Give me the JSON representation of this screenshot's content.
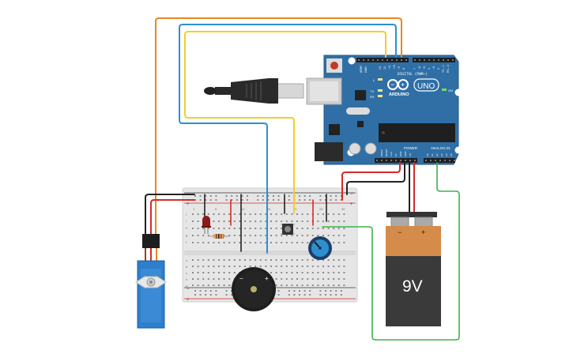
{
  "arduino": {
    "logo_text": "ARDUINO",
    "model": "UNO",
    "digital_label": "DIGITAL (PWM~)",
    "power_label": "POWER",
    "analog_label": "ANALOG IN",
    "led_labels": [
      "L",
      "TX",
      "RX"
    ],
    "aref": "AREF",
    "gnd": "GND",
    "on_label": "ON",
    "digital_pins": [
      "13",
      "12",
      "~11",
      "~10",
      "~9",
      "8",
      "7",
      "~6",
      "~5",
      "4",
      "~3",
      "2",
      "TX→1",
      "RX←0"
    ],
    "power_pins": [
      "IOREF",
      "RESET",
      "3.3V",
      "5V",
      "GND",
      "GND",
      "Vin"
    ],
    "analog_pins": [
      "A0",
      "A1",
      "A2",
      "A3",
      "A4",
      "A5"
    ]
  },
  "battery": {
    "label": "9V",
    "minus": "−",
    "plus": "+"
  },
  "buzzer": {
    "minus": "−",
    "plus": "+"
  },
  "breadboard": {
    "rail_minus": "−",
    "rail_plus": "+",
    "row_letters_top": [
      "j",
      "i",
      "h",
      "g",
      "f"
    ],
    "row_letters_bottom": [
      "e",
      "d",
      "c",
      "b",
      "a"
    ],
    "column_numbers": [
      "1",
      "5",
      "10",
      "15",
      "20",
      "25",
      "30"
    ]
  },
  "colors": {
    "wire_orange": "#e8891a",
    "wire_blue": "#2e8fd0",
    "wire_yellow": "#f2cf2c",
    "wire_red": "#d42a2a",
    "wire_black": "#222222",
    "wire_green": "#3db34a",
    "board_blue": "#2f6fa6",
    "servo_blue": "#2d7ecb",
    "battery_orange": "#d58b49",
    "battery_body": "#3a3a3a"
  }
}
